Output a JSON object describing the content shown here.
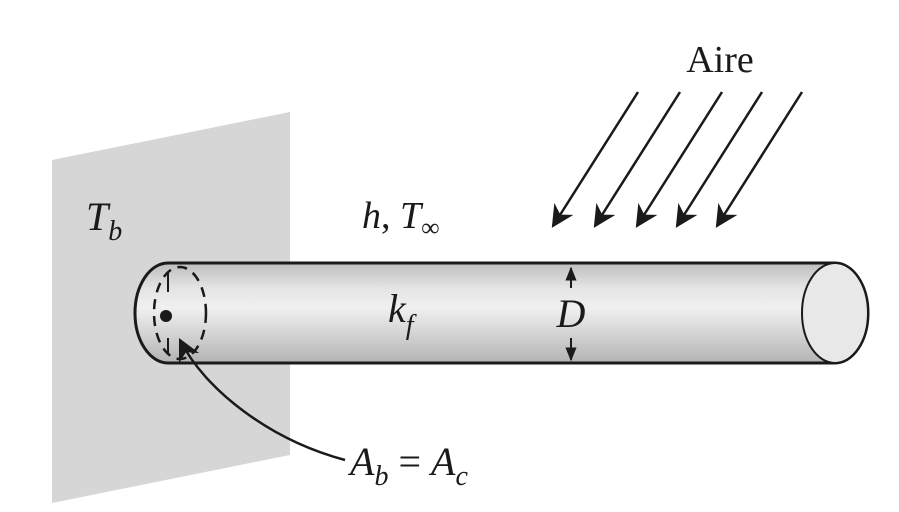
{
  "labels": {
    "air": "Aire",
    "base_temp": {
      "main": "T",
      "sub": "b"
    },
    "convection": {
      "h": "h",
      "sep": ", ",
      "T": "T",
      "sub": "∞"
    },
    "conductivity": {
      "main": "k",
      "sub": "f"
    },
    "diameter": "D",
    "area_eq": {
      "A1": "A",
      "sub1": "b",
      "eq": " = ",
      "A2": "A",
      "sub2": "c"
    }
  },
  "colors": {
    "wall": "#d6d6d6",
    "fin_body": "#cfcfcf",
    "fin_highlight": "#ececec",
    "fin_end": "#e8e8e8",
    "ink": "#1a1a1a"
  }
}
